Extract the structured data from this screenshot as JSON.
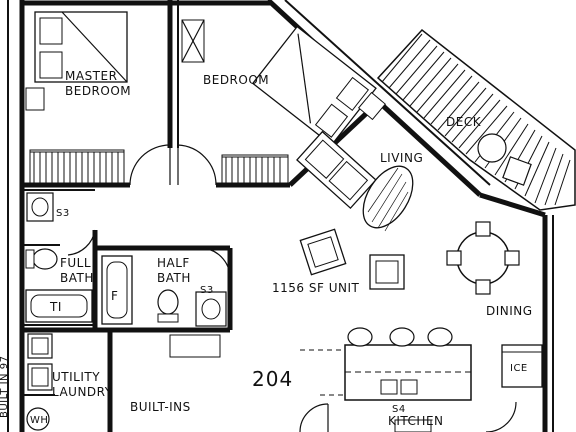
{
  "rooms": {
    "master_bedroom_line1": "MASTER",
    "master_bedroom_line2": "BEDROOM",
    "bedroom": "BEDROOM",
    "living": "LIVING",
    "deck": "DECK",
    "full_bath_line1": "FULL",
    "full_bath_line2": "BATH",
    "half_bath_line1": "HALF",
    "half_bath_line2": "BATH",
    "dining": "DINING",
    "utility_line1": "UTILITY",
    "utility_line2": "LAUNDRY",
    "built_ins": "BUILT-INS",
    "kitchen": "KITCHEN"
  },
  "unit": {
    "area_label": "1156 SF UNIT",
    "number": "204"
  },
  "fixtures": {
    "s3_full": "S3",
    "s3_half": "S3",
    "s4_kitchen": "S4",
    "tub": "TI",
    "fridge": "F",
    "ice": "ICE",
    "water_heater": "WH",
    "side_note": "BUILT IN 97"
  }
}
